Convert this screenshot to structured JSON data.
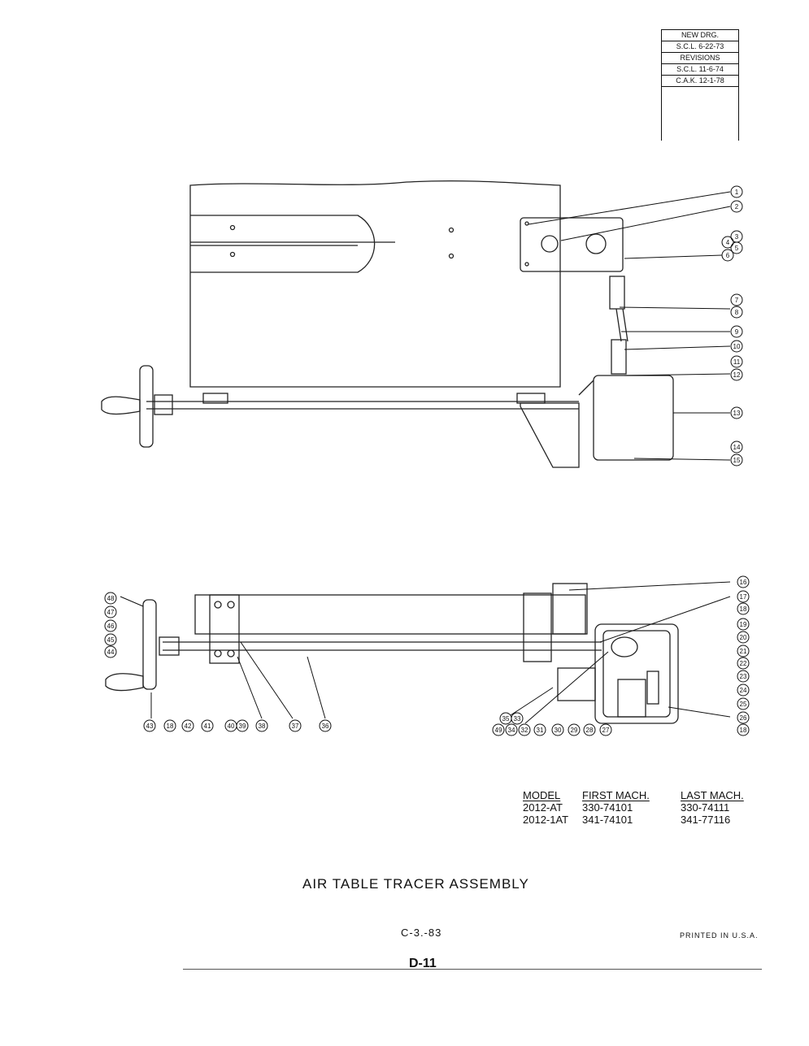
{
  "revision_block": {
    "lines": [
      "NEW DRG.",
      "S.C.L. 6-22-73",
      "REVISIONS",
      "S.C.L. 11-6-74",
      "C.A.K. 12-1-78"
    ]
  },
  "callouts_top": [
    "1",
    "2",
    "3",
    "4",
    "5",
    "6",
    "7",
    "8",
    "9",
    "10",
    "11",
    "12",
    "13",
    "14",
    "15"
  ],
  "callouts_bottom": [
    "16",
    "17",
    "18",
    "19",
    "20",
    "21",
    "22",
    "23",
    "24",
    "25",
    "26",
    "18",
    "27",
    "28",
    "29",
    "30",
    "31",
    "32",
    "33",
    "34",
    "35",
    "49",
    "36",
    "37",
    "38",
    "39",
    "40",
    "41",
    "42",
    "18",
    "43",
    "44",
    "45",
    "46",
    "47",
    "48"
  ],
  "model_table": {
    "headers": [
      "MODEL",
      "FIRST MACH.",
      "LAST MACH."
    ],
    "rows": [
      [
        "2012-AT",
        "330-74101",
        "330-74111"
      ],
      [
        "2012-1AT",
        "341-74101",
        "341-77116"
      ]
    ]
  },
  "title": "AIR TABLE TRACER ASSEMBLY",
  "doc_number": "C-3.-83",
  "printed": "PRINTED IN U.S.A.",
  "page_number": "D-11"
}
